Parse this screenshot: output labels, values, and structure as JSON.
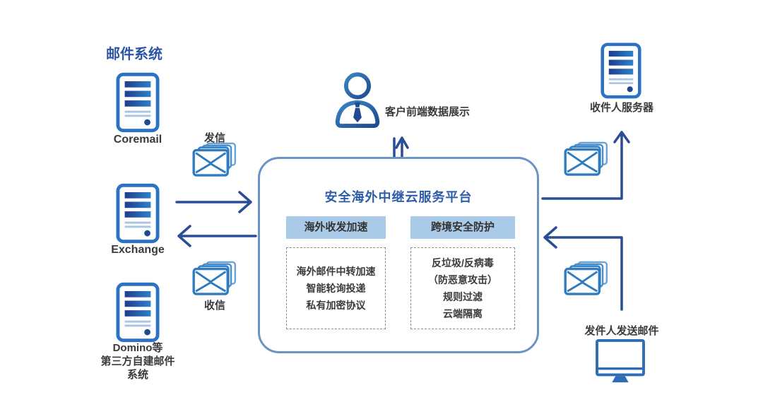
{
  "mail_system_title": "邮件系统",
  "servers": {
    "coremail": "Coremail",
    "exchange": "Exchange",
    "domino_line1": "Domino等",
    "domino_line2": "第三方自建邮件",
    "domino_line3": "系统"
  },
  "flow_labels": {
    "send": "发信",
    "receive": "收信",
    "client_display": "客户前端数据展示",
    "recipient_server": "收件人服务器",
    "sender_send": "发件人发送邮件"
  },
  "platform": {
    "title": "安全海外中继云服务平台",
    "columns": [
      {
        "header": "海外收发加速",
        "items": [
          "海外邮件中转加速",
          "智能轮询投递",
          "私有加密协议"
        ]
      },
      {
        "header": "跨境安全防护",
        "items": [
          "反垃圾/反病毒",
          "（防恶意攻击）",
          "规则过滤",
          "云端隔离"
        ]
      }
    ]
  },
  "colors": {
    "arrow": "#2a4d95",
    "icon_blue": "#2b72c4",
    "icon_dark_blue": "#1f4a8f",
    "envelope_blue": "#2e7bc0",
    "section_title_blue": "#2e55a5",
    "platform_border": "#6b94c4",
    "platform_title_blue": "#2d5da8",
    "subheader_bg": "#aacbe7",
    "text_dark": "#3a3a3a"
  }
}
